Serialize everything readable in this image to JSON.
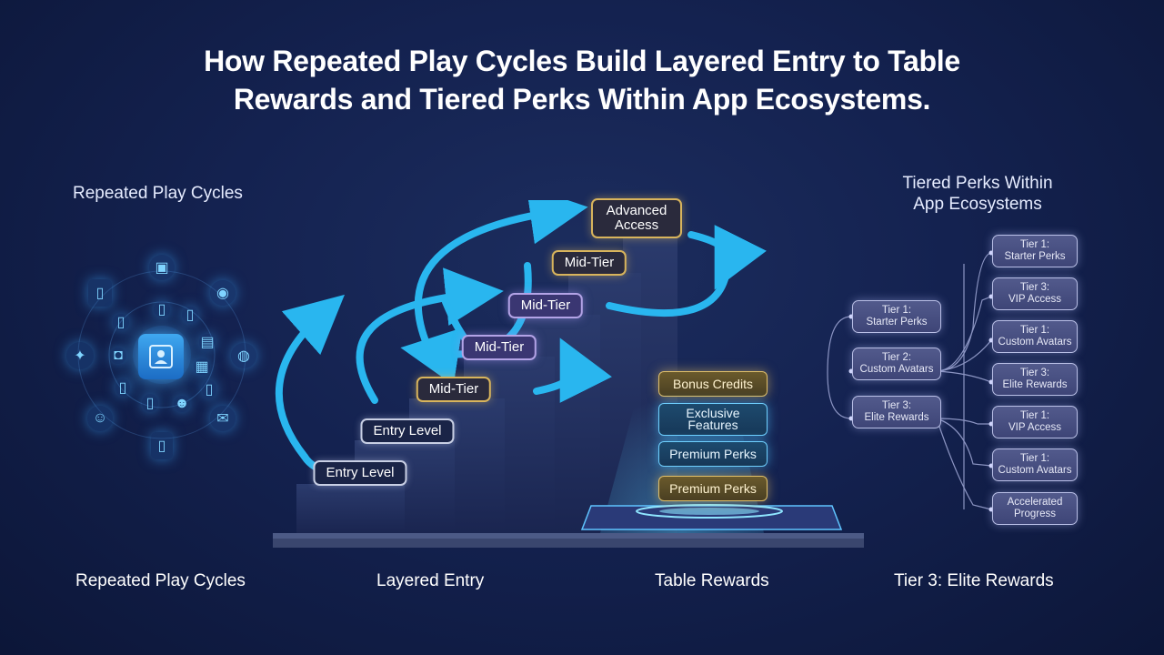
{
  "title": {
    "line1": "How Repeated Play Cycles Build Layered Entry to Table",
    "line2": "Rewards and Tiered Perks Within App Ecosystems."
  },
  "left": {
    "heading": "Repeated Play Cycles",
    "icons": [
      "user-icon",
      "tablet-icon",
      "phone-icon",
      "target-icon",
      "gamepad-icon",
      "chat-icon",
      "mail-icon",
      "sparkle-icon",
      "camera-icon"
    ]
  },
  "stairs": {
    "steps": [
      {
        "label": "Entry Level",
        "style": "white"
      },
      {
        "label": "Entry Level",
        "style": "white"
      },
      {
        "label": "Mid-Tier",
        "style": "gold"
      },
      {
        "label": "Mid-Tier",
        "style": "purple"
      },
      {
        "label": "Mid-Tier",
        "style": "purple"
      },
      {
        "label": "Mid-Tier",
        "style": "gold"
      },
      {
        "label": "Advanced Access",
        "style": "gold"
      }
    ]
  },
  "rewards": {
    "items": [
      {
        "label": "Bonus Credits",
        "style": "gold"
      },
      {
        "label": "Exclusive Features",
        "style": "blue"
      },
      {
        "label": "Premium Perks",
        "style": "blue"
      },
      {
        "label": "Premium Perks",
        "style": "gold"
      }
    ]
  },
  "tiers": {
    "heading_line1": "Tiered Perks Within",
    "heading_line2": "App Ecosystems",
    "left_nodes": [
      {
        "line1": "Tier 1:",
        "line2": "Starter Perks"
      },
      {
        "line1": "Tier 2:",
        "line2": "Custom Avatars"
      },
      {
        "line1": "Tier 3:",
        "line2": "Elite Rewards"
      }
    ],
    "right_nodes": [
      {
        "line1": "Tier 1:",
        "line2": "Starter Perks"
      },
      {
        "line1": "Tier 3:",
        "line2": "VIP Access"
      },
      {
        "line1": "Tier 1:",
        "line2": "Custom Avatars"
      },
      {
        "line1": "Tier 3:",
        "line2": "Elite Rewards"
      },
      {
        "line1": "Tier 1:",
        "line2": "VIP Access"
      },
      {
        "line1": "Tier 1:",
        "line2": "Custom Avatars"
      },
      {
        "line1": "Accelerated",
        "line2": "Progress"
      }
    ]
  },
  "footer": {
    "col1": "Repeated Play Cycles",
    "col2": "Layered Entry",
    "col3": "Table Rewards",
    "col4": "Tier 3: Elite Rewards"
  },
  "colors": {
    "accent_cyan": "#29b6ef",
    "gold": "#d8b45c",
    "purple": "#b3a3e6"
  }
}
